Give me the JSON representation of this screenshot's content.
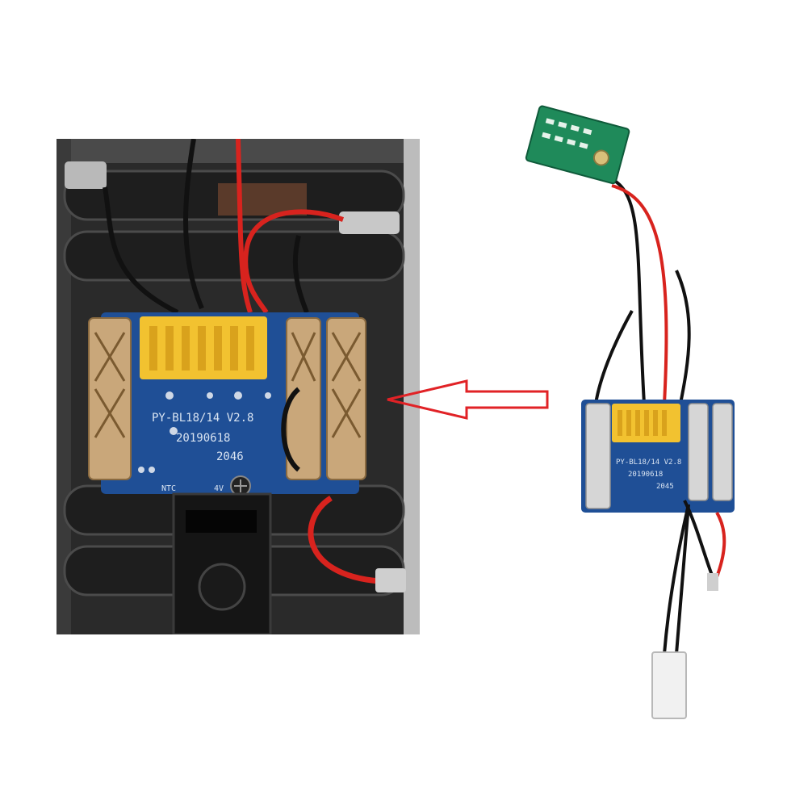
{
  "left_photo": {
    "board_model": "PY-BL18/14 V2.8",
    "board_date": "20190618",
    "board_code": "2046",
    "pad_ntc": "NTC",
    "pad_4v": "4V"
  },
  "right_photo": {
    "board_model": "PY-BL18/14 V2.8",
    "board_date": "20190618",
    "board_code": "2045"
  },
  "colors": {
    "pcb_blue": "#1f4f96",
    "connector_yellow": "#f2c230",
    "wire_red": "#d8231e",
    "wire_black": "#111111",
    "arrow_red": "#e12226",
    "led_board_green": "#1f8a5a"
  }
}
